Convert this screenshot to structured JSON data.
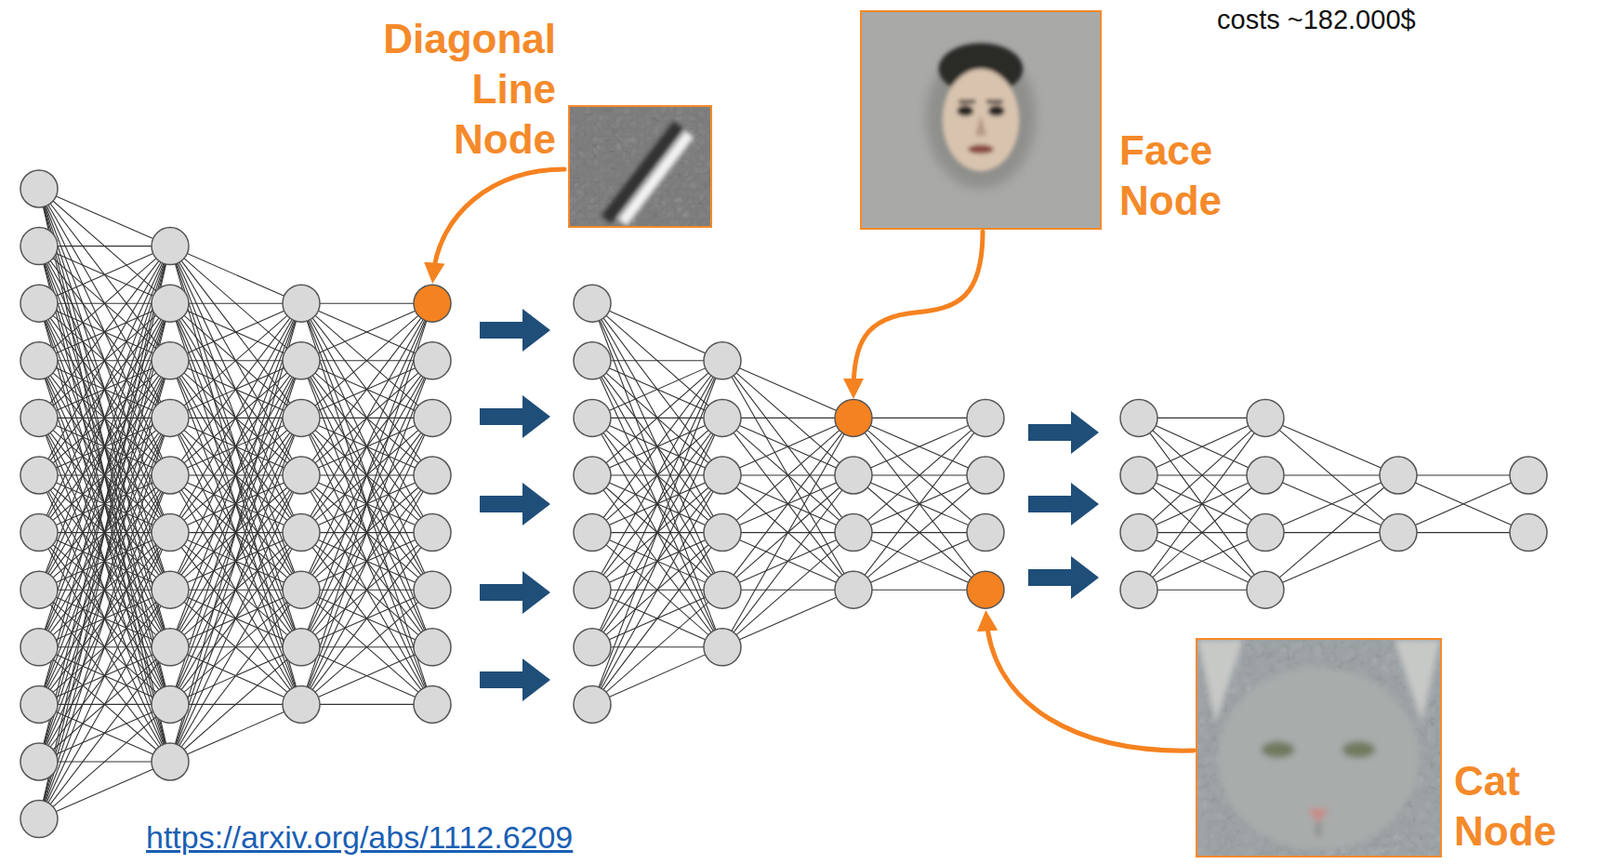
{
  "diagram": {
    "nodes": [
      {
        "text": [
          "Diagonal Line Node"
        ]
      },
      {
        "text": [
          "Face Node"
        ]
      },
      {
        "text": [
          "Cat Node"
        ]
      }
    ],
    "labels": [
      "costs ~182.000$",
      "https://arxiv.org/abs/1112.6209"
    ]
  }
}
